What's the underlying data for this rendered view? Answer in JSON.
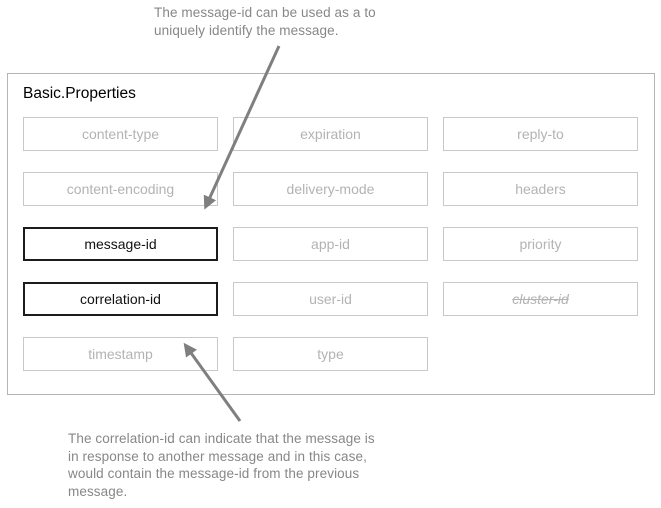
{
  "annotations": {
    "top": {
      "lines": [
        "The message-id can be used as a to",
        "uniquely identify the message."
      ]
    },
    "bottom": {
      "lines": [
        "The correlation-id can indicate that the message is",
        "in response to another message and in this case,",
        "would contain the message-id from the previous",
        "message."
      ]
    }
  },
  "panel": {
    "title": "Basic.Properties",
    "properties": [
      {
        "label": "content-type",
        "state": "normal"
      },
      {
        "label": "expiration",
        "state": "normal"
      },
      {
        "label": "reply-to",
        "state": "normal"
      },
      {
        "label": "content-encoding",
        "state": "normal"
      },
      {
        "label": "delivery-mode",
        "state": "normal"
      },
      {
        "label": "headers",
        "state": "normal"
      },
      {
        "label": "message-id",
        "state": "highlighted"
      },
      {
        "label": "app-id",
        "state": "normal"
      },
      {
        "label": "priority",
        "state": "normal"
      },
      {
        "label": "correlation-id",
        "state": "highlighted"
      },
      {
        "label": "user-id",
        "state": "normal"
      },
      {
        "label": "cluster-id",
        "state": "deprecated"
      },
      {
        "label": "timestamp",
        "state": "normal"
      },
      {
        "label": "type",
        "state": "normal"
      }
    ]
  },
  "icons": {
    "top_arrow": "arrow-down-left-icon",
    "bottom_arrow": "arrow-up-left-icon"
  },
  "colors": {
    "annotation_text": "#878787",
    "arrow": "#7f7f7f",
    "box_border": "#c9c9c9",
    "box_text": "#b3b3b3",
    "highlight_border": "#1c1c1c",
    "highlight_text": "#111111",
    "panel_border": "#b5b5b5",
    "title_text": "#000000",
    "background": "#ffffff"
  }
}
